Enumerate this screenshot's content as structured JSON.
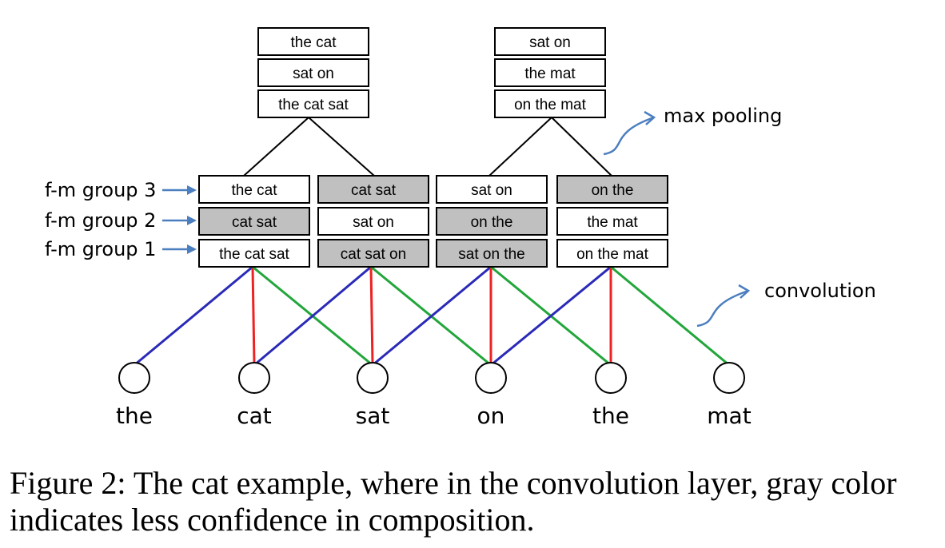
{
  "colors": {
    "gray_box": "#c0c0c0",
    "blue_line": "#2a2ab8",
    "red_line": "#ee2222",
    "green_line": "#22a63a",
    "arrow_blue": "#4a7ebf"
  },
  "pooled": [
    [
      "the cat",
      "sat on",
      "the cat sat"
    ],
    [
      "sat on",
      "the mat",
      "on the mat"
    ]
  ],
  "conv_columns": [
    [
      {
        "text": "the cat",
        "gray": false
      },
      {
        "text": "cat sat",
        "gray": true
      },
      {
        "text": "the cat sat",
        "gray": false
      }
    ],
    [
      {
        "text": "cat sat",
        "gray": true
      },
      {
        "text": "sat on",
        "gray": false
      },
      {
        "text": "cat sat on",
        "gray": true
      }
    ],
    [
      {
        "text": "sat on",
        "gray": false
      },
      {
        "text": "on the",
        "gray": true
      },
      {
        "text": "sat on the",
        "gray": true
      }
    ],
    [
      {
        "text": "on the",
        "gray": true
      },
      {
        "text": "the mat",
        "gray": false
      },
      {
        "text": "on the mat",
        "gray": false
      }
    ]
  ],
  "group_labels": [
    "f-m group 3",
    "f-m group 2",
    "f-m group 1"
  ],
  "words": [
    "the",
    "cat",
    "sat",
    "on",
    "the",
    "mat"
  ],
  "annotations": {
    "max_pooling": "max pooling",
    "convolution": "convolution"
  },
  "caption": "Figure 2: The cat example, where in the convolution layer, gray color indicates less confidence in composition."
}
